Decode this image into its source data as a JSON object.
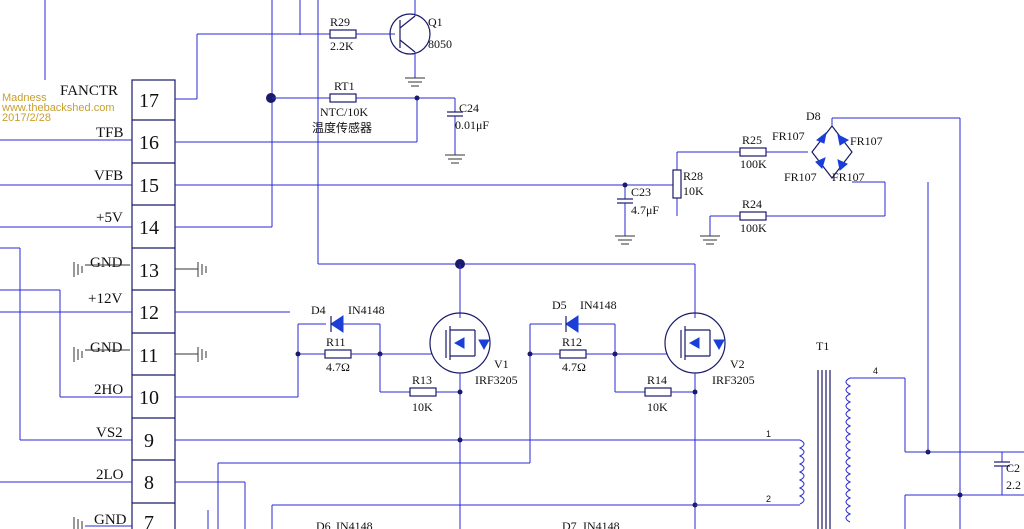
{
  "watermark": {
    "line1": "Madness",
    "line2": "www.thebackshed.com",
    "line3": "2017/2/28"
  },
  "connector": {
    "pins": [
      {
        "num": "17",
        "label": "FANCTR"
      },
      {
        "num": "16",
        "label": "TFB"
      },
      {
        "num": "15",
        "label": "VFB"
      },
      {
        "num": "14",
        "label": "+5V"
      },
      {
        "num": "13",
        "label": "GND"
      },
      {
        "num": "12",
        "label": "+12V"
      },
      {
        "num": "11",
        "label": "GND"
      },
      {
        "num": "10",
        "label": "2HO"
      },
      {
        "num": "9",
        "label": "VS2"
      },
      {
        "num": "8",
        "label": "2LO"
      },
      {
        "num": "7",
        "label": "GND"
      }
    ]
  },
  "components": {
    "r29": {
      "ref": "R29",
      "value": "2.2K"
    },
    "q1": {
      "ref": "Q1",
      "value": "8050"
    },
    "rt1": {
      "ref": "RT1",
      "value": "NTC/10K",
      "note": "温度传感器"
    },
    "c24": {
      "ref": "C24",
      "value": "0.01μF"
    },
    "c23": {
      "ref": "C23",
      "value": "4.7μF"
    },
    "r28": {
      "ref": "R28",
      "value": "10K"
    },
    "r25": {
      "ref": "R25",
      "value": "100K"
    },
    "r24": {
      "ref": "R24",
      "value": "100K"
    },
    "d8": {
      "ref": "D8",
      "diodes": [
        "FR107",
        "FR107",
        "FR107",
        "FR107"
      ]
    },
    "d4": {
      "ref": "D4",
      "value": "IN4148"
    },
    "r11": {
      "ref": "R11",
      "value": "4.7Ω"
    },
    "r13": {
      "ref": "R13",
      "value": "10K"
    },
    "v1": {
      "ref": "V1",
      "value": "IRF3205"
    },
    "d5": {
      "ref": "D5",
      "value": "IN4148"
    },
    "r12": {
      "ref": "R12",
      "value": "4.7Ω"
    },
    "r14": {
      "ref": "R14",
      "value": "10K"
    },
    "v2": {
      "ref": "V2",
      "value": "IRF3205"
    },
    "t1": {
      "ref": "T1",
      "pins": [
        "4",
        "1",
        "2"
      ]
    },
    "c2x": {
      "ref": "C2",
      "value": "2.2"
    },
    "d6": {
      "ref": "D6",
      "value": "IN4148"
    },
    "d7": {
      "ref": "D7",
      "value": "IN4148"
    }
  }
}
